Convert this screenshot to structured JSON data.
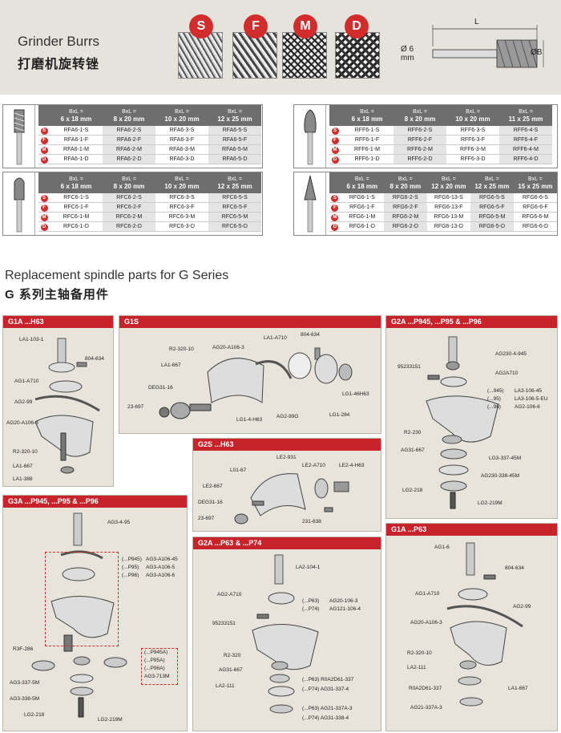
{
  "header": {
    "title_en": "Grinder Burrs",
    "title_cn": "打磨机旋转锉",
    "cut_types": [
      "S",
      "F",
      "M",
      "D"
    ],
    "dim_L": "L",
    "dim_shank": "Ø 6 mm",
    "dim_B": "ØB"
  },
  "tables": [
    {
      "headers": [
        [
          "BxL =",
          "6 x 18 mm"
        ],
        [
          "BxL =",
          "8 x 20 mm"
        ],
        [
          "BxL =",
          "10 x 20 mm"
        ],
        [
          "BxL =",
          "12 x 25 mm"
        ]
      ],
      "rows": [
        {
          "key": "S",
          "cells": [
            "RFA6-1-S",
            "RFA6-2-S",
            "RFA6-3-S",
            "RFA6-5-S"
          ]
        },
        {
          "key": "F",
          "cells": [
            "RFA6-1-F",
            "RFA6-2-F",
            "RFA6-3-F",
            "RFA6-5-F"
          ]
        },
        {
          "key": "M",
          "cells": [
            "RFA6-1-M",
            "RFA6-2-M",
            "RFA6-3-M",
            "RFA6-5-M"
          ]
        },
        {
          "key": "D",
          "cells": [
            "RFA6-1-D",
            "RFA6-2-D",
            "RFA6-3-D",
            "RFA6-5-D"
          ]
        }
      ]
    },
    {
      "headers": [
        [
          "BxL =",
          "6 x 18 mm"
        ],
        [
          "BxL =",
          "8 x 20 mm"
        ],
        [
          "BxL =",
          "10 x 20 mm"
        ],
        [
          "BxL =",
          "11 x 25 mm"
        ]
      ],
      "rows": [
        {
          "key": "S",
          "cells": [
            "RFF6-1-S",
            "RFF6-2-S",
            "RFF6-3-S",
            "RFF6-4-S"
          ]
        },
        {
          "key": "F",
          "cells": [
            "RFF6-1-F",
            "RFF6-2-F",
            "RFF6-3-F",
            "RFF6-4-F"
          ]
        },
        {
          "key": "M",
          "cells": [
            "RFF6-1-M",
            "RFF6-2-M",
            "RFF6-3-M",
            "RFF6-4-M"
          ]
        },
        {
          "key": "D",
          "cells": [
            "RFF6-1-D",
            "RFF6-2-D",
            "RFF6-3-D",
            "RFF6-4-D"
          ]
        }
      ]
    },
    {
      "headers": [
        [
          "BxL =",
          "6 x 18 mm"
        ],
        [
          "BxL =",
          "8 x 20 mm"
        ],
        [
          "BxL =",
          "10 x 20 mm"
        ],
        [
          "BxL =",
          "12 x 25 mm"
        ]
      ],
      "rows": [
        {
          "key": "S",
          "cells": [
            "RFC6-1-S",
            "RFC6-2-S",
            "RFC6-3-S",
            "RFC6-5-S"
          ]
        },
        {
          "key": "F",
          "cells": [
            "RFC6-1-F",
            "RFC6-2-F",
            "RFC6-3-F",
            "RFC6-5-F"
          ]
        },
        {
          "key": "M",
          "cells": [
            "RFC6-1-M",
            "RFC6-2-M",
            "RFC6-3-M",
            "RFC6-5-M"
          ]
        },
        {
          "key": "D",
          "cells": [
            "RFC6-1-D",
            "RFC6-2-D",
            "RFC6-3-D",
            "RFC6-5-D"
          ]
        }
      ]
    },
    {
      "headers": [
        [
          "BxL =",
          "6 x 18 mm"
        ],
        [
          "BxL =",
          "8 x 20 mm"
        ],
        [
          "BxL =",
          "12 x 20 mm"
        ],
        [
          "BxL =",
          "12 x 25 mm"
        ],
        [
          "BxL =",
          "15 x 25 mm"
        ]
      ],
      "rows": [
        {
          "key": "S",
          "cells": [
            "RFG6-1-S",
            "RFG6-2-S",
            "RFG6-13-S",
            "RFG6-5-S",
            "RFG6-6-S"
          ]
        },
        {
          "key": "F",
          "cells": [
            "RFG6-1-F",
            "RFG6-2-F",
            "RFG6-13-F",
            "RFG6-5-F",
            "RFG6-6-F"
          ]
        },
        {
          "key": "M",
          "cells": [
            "RFG6-1-M",
            "RFG6-2-M",
            "RFG6-13-M",
            "RFG6-5-M",
            "RFG6-6-M"
          ]
        },
        {
          "key": "D",
          "cells": [
            "RFG6-1-D",
            "RFG6-2-D",
            "RFG6-13-D",
            "RFG6-5-D",
            "RFG6-6-D"
          ]
        }
      ]
    }
  ],
  "section": {
    "title_en": "Replacement spindle parts for G Series",
    "title_cn": "G 系列主轴备用件"
  },
  "panels": {
    "g1a_h63": {
      "title": "G1A ...H63",
      "labels": [
        "LA1-103-1",
        "804-634",
        "AG1-A710",
        "AG2-99",
        "AG20-A106-3",
        "R2-320-10",
        "LA1-667",
        "LA1-388"
      ]
    },
    "g1s": {
      "title": "G1S",
      "labels": [
        "LA1-A710",
        "804-634",
        "AG20-A106-3",
        "R2-320-10",
        "LA1-667",
        "DEG31-16",
        "23-697",
        "LG1-4-H63",
        "AG2-99G",
        "LG1-284",
        "LG1-46H63"
      ]
    },
    "g2a_p945": {
      "title": "G2A ...P945, ...P95 & ...P96",
      "labels": [
        "AG230-4-945",
        "95233151",
        "AG2A710",
        "(...945)",
        "(...95)",
        "(...96)",
        "LA3-106-45",
        "LA3-106-5-EU",
        "AG2-106-6",
        "R2-230",
        "AG31-667",
        "LG3-337-45M",
        "AG230-338-45M",
        "LG2-218",
        "LG2-219M"
      ]
    },
    "g2s_h63": {
      "title": "G2S ...H63",
      "labels": [
        "LE2-931",
        "LE2-A710",
        "LE2-4-H63",
        "L01-67",
        "LE2-667",
        "DEG31-16",
        "23-697",
        "231-638"
      ]
    },
    "g3a_p945": {
      "title": "G3A ...P945, ...P95 & ...P96",
      "labels": [
        "AG3-4-95",
        "(...P945)",
        "(...P95)",
        "(...P96)",
        "AG3-A106-45",
        "AG3-A106-5",
        "AG3-A106-6",
        "R3F-286",
        "(...P945A)",
        "(...P95A)",
        "(...P96A)",
        "AG3-713M",
        "AG3-337-5M",
        "AG3-338-5M",
        "LG2-218",
        "LG2-219M"
      ]
    },
    "g2a_p63": {
      "title": "G2A ...P63 & ...P74",
      "labels": [
        "LA2-104-1",
        "AG2-A710",
        "(...P63)",
        "(...P74)",
        "AG20-106-3",
        "AG121-106-4",
        "95233151",
        "R2-320",
        "AG31-667",
        "LA2-111",
        "(...P63) R0A2D61-337",
        "(...P74) AG31-337-4",
        "(...P63) AG21-337A-3",
        "(...P74) AG31-338-4"
      ]
    },
    "g1a_p63": {
      "title": "G1A ...P63",
      "labels": [
        "AG1-6",
        "804-634",
        "AG1-A710",
        "AG2-99",
        "AG20-A106-3",
        "R2-320-10",
        "LA2-111",
        "R0A2D61-337",
        "LA1-667",
        "AG21-337A-3"
      ]
    }
  }
}
